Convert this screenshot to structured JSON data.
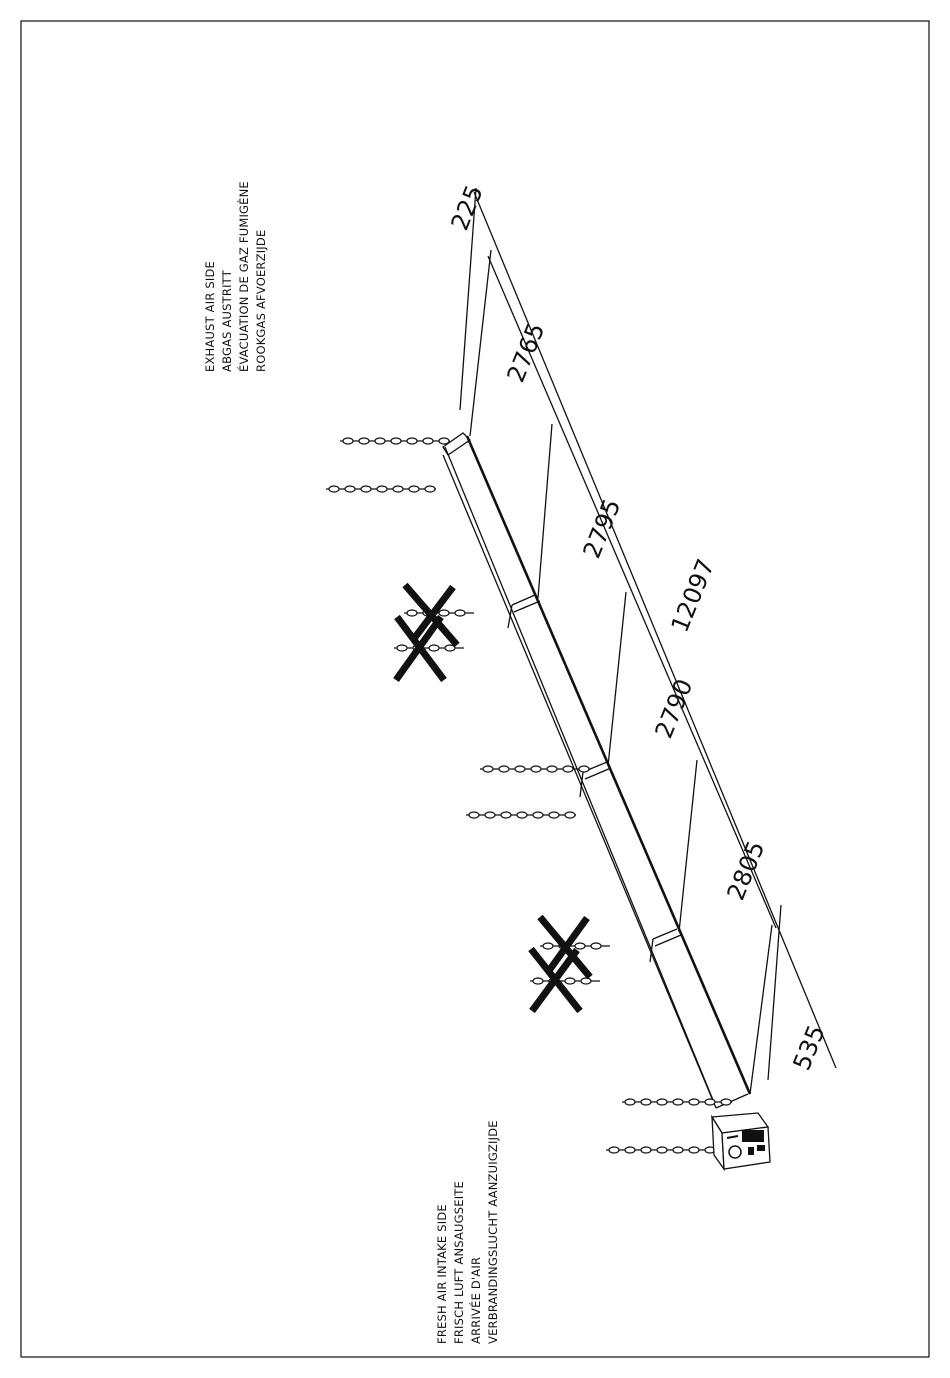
{
  "labels": {
    "exhaust": {
      "line1": "EXHAUST AIR SIDE",
      "line2": "ABGAS AUSTRITT",
      "line3": "ÉVACUATION DE GAZ FUMIGÈNE",
      "line4": "ROOKGAS AFVOERZIJDE"
    },
    "intake": {
      "line1": "FRESH AIR INTAKE SIDE",
      "line2": "FRISCH LUFT ANSAUGSEITE",
      "line3": "ARRIVÉE D'AIR",
      "line4": "VERBRANDINGSLUCHT AANZUIGZIJDE"
    }
  },
  "dimensions": {
    "end_exhaust": "225",
    "segment_1": "2765",
    "segment_2": "2795",
    "segment_3": "2790",
    "segment_4": "2805",
    "end_intake": "535",
    "total": "12097"
  },
  "icons": {
    "chain": "chain-icon",
    "forbidden": "cross-mark-icon",
    "burner": "burner-unit-icon"
  }
}
